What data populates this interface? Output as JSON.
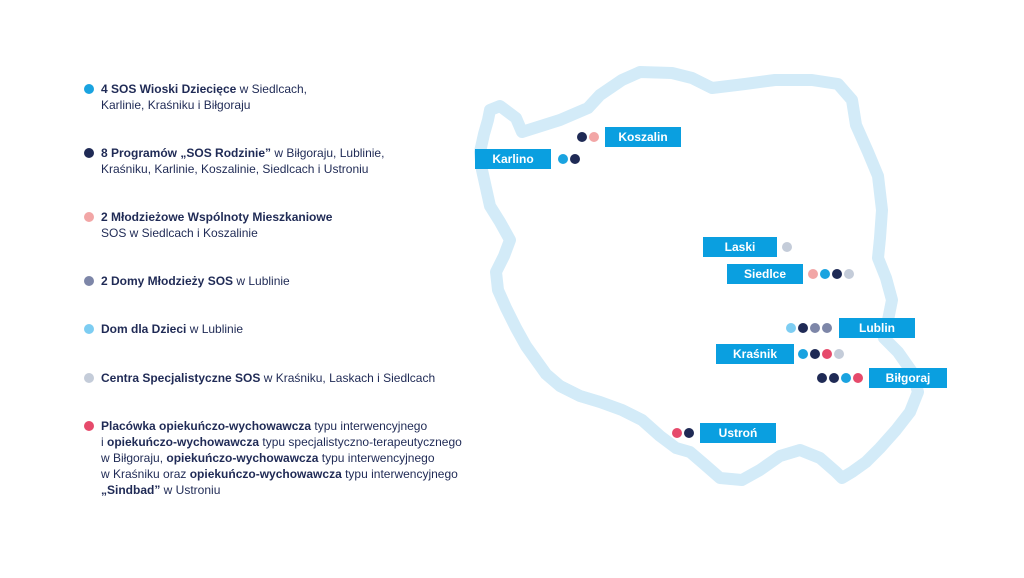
{
  "colors": {
    "sos_village": "#1aa3e0",
    "family_program": "#1f2a55",
    "youth_community": "#f2a6a6",
    "youth_home": "#7d86a8",
    "children_home": "#7dcdf2",
    "specialist_center": "#c4ccd9",
    "care_facility": "#e64a6b",
    "city_label": "#0a9fe0",
    "outline": "#d3ebf8"
  },
  "legend": [
    {
      "key": "sos_village",
      "parts": [
        {
          "b": "4 SOS Wioski Dziecięce"
        },
        {
          "t": " w Siedlcach,"
        },
        {
          "br": true
        },
        {
          "t": "Karlinie, Kraśniku i Biłgoraju"
        }
      ]
    },
    {
      "key": "family_program",
      "parts": [
        {
          "b": "8 Programów „SOS Rodzinie”"
        },
        {
          "t": " w Biłgoraju, Lublinie,"
        },
        {
          "br": true
        },
        {
          "t": "Kraśniku, Karlinie, Koszalinie, Siedlcach i Ustroniu"
        }
      ]
    },
    {
      "key": "youth_community",
      "parts": [
        {
          "b": "2 Młodzieżowe Wspólnoty Mieszkaniowe"
        },
        {
          "br": true
        },
        {
          "t": "SOS w Siedlcach i Koszalinie"
        }
      ]
    },
    {
      "key": "youth_home",
      "parts": [
        {
          "b": "2 Domy Młodzieży SOS"
        },
        {
          "t": " w Lublinie"
        }
      ]
    },
    {
      "key": "children_home",
      "parts": [
        {
          "b": "Dom dla Dzieci"
        },
        {
          "t": " w Lublinie"
        }
      ]
    },
    {
      "key": "specialist_center",
      "parts": [
        {
          "b": "Centra Specjalistyczne SOS"
        },
        {
          "t": " w Kraśniku, Laskach i Siedlcach"
        }
      ]
    },
    {
      "key": "care_facility",
      "parts": [
        {
          "b": "Placówka opiekuńczo-wychowawcza"
        },
        {
          "t": " typu interwencyjnego"
        },
        {
          "br": true
        },
        {
          "t": "i "
        },
        {
          "b": "opiekuńczo-wychowawcza"
        },
        {
          "t": " typu specjalistyczno-terapeutycznego"
        },
        {
          "br": true
        },
        {
          "t": "w Biłgoraju, "
        },
        {
          "b": "opiekuńczo-wychowawcza"
        },
        {
          "t": " typu interwencyjnego"
        },
        {
          "br": true
        },
        {
          "t": "w Kraśniku oraz "
        },
        {
          "b": "opiekuńczo-wychowawcza"
        },
        {
          "t": " typu interwencyjnego"
        },
        {
          "br": true
        },
        {
          "b": "„Sindbad”"
        },
        {
          "t": " w Ustroniu"
        }
      ]
    }
  ],
  "cities": [
    {
      "id": "koszalin",
      "name": "Koszalin",
      "facilities": [
        "family_program",
        "youth_community"
      ]
    },
    {
      "id": "karlino",
      "name": "Karlino",
      "facilities": [
        "sos_village",
        "family_program"
      ]
    },
    {
      "id": "laski",
      "name": "Laski",
      "facilities": [
        "specialist_center"
      ]
    },
    {
      "id": "siedlce",
      "name": "Siedlce",
      "facilities": [
        "youth_community",
        "sos_village",
        "family_program",
        "specialist_center"
      ]
    },
    {
      "id": "lublin",
      "name": "Lublin",
      "facilities": [
        "children_home",
        "family_program",
        "youth_home",
        "youth_home"
      ]
    },
    {
      "id": "krasnik",
      "name": "Kraśnik",
      "facilities": [
        "sos_village",
        "family_program",
        "care_facility",
        "specialist_center"
      ]
    },
    {
      "id": "bilgoraj",
      "name": "Biłgoraj",
      "facilities": [
        "family_program",
        "family_program",
        "sos_village",
        "care_facility"
      ]
    },
    {
      "id": "ustron",
      "name": "Ustroń",
      "facilities": [
        "care_facility",
        "family_program"
      ]
    }
  ]
}
